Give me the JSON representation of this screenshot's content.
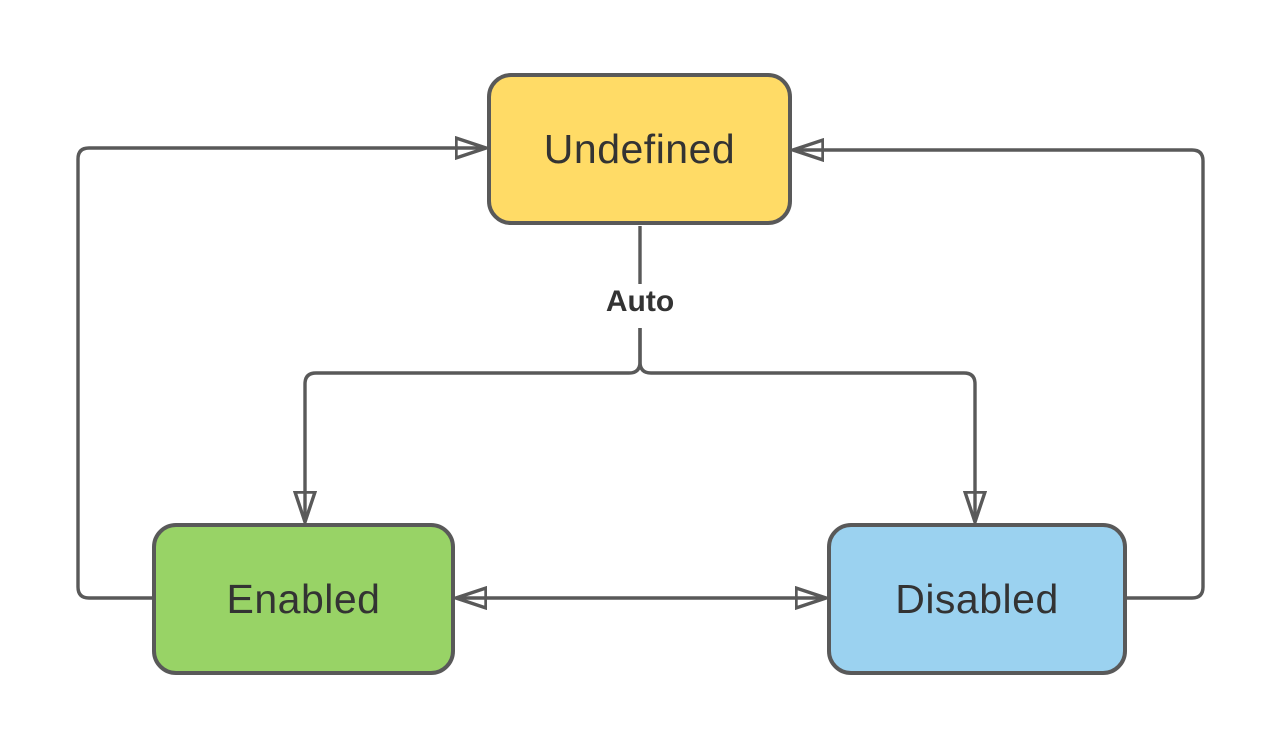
{
  "diagram": {
    "type": "state-diagram",
    "nodes": [
      {
        "id": "undefined",
        "label": "Undefined",
        "fill": "#FFDB66"
      },
      {
        "id": "enabled",
        "label": "Enabled",
        "fill": "#98D366"
      },
      {
        "id": "disabled",
        "label": "Disabled",
        "fill": "#9BD2F0"
      }
    ],
    "edges": [
      {
        "from": "undefined",
        "to": "enabled",
        "label": "Auto",
        "arrow": "end"
      },
      {
        "from": "undefined",
        "to": "disabled",
        "label": "Auto",
        "arrow": "end"
      },
      {
        "from": "enabled",
        "to": "undefined",
        "label": "",
        "arrow": "end"
      },
      {
        "from": "disabled",
        "to": "undefined",
        "label": "",
        "arrow": "end"
      },
      {
        "from": "enabled",
        "to": "disabled",
        "label": "",
        "arrow": "both"
      }
    ],
    "colors": {
      "stroke": "#595959",
      "text": "#333333"
    }
  }
}
